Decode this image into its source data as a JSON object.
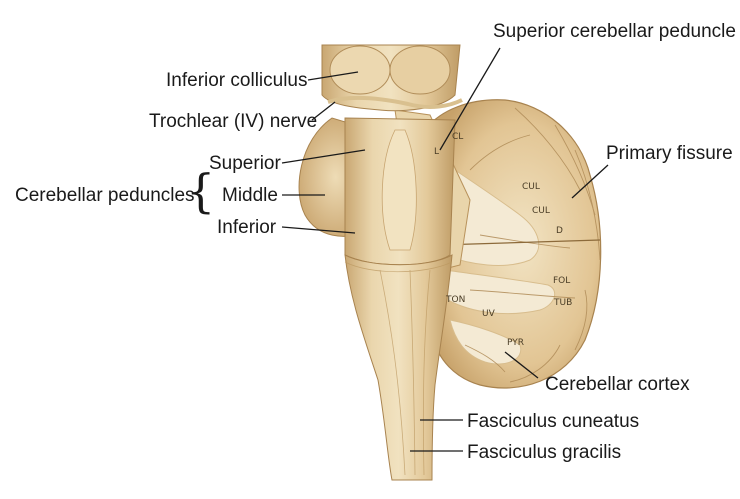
{
  "labels": {
    "inferior_colliculus": "Inferior colliculus",
    "trochlear_nerve": "Trochlear (IV) nerve",
    "superior": "Superior",
    "middle": "Middle",
    "inferior": "Inferior",
    "cerebellar_peduncles": "Cerebellar peduncles",
    "superior_cerebellar_peduncle": "Superior cerebellar peduncle",
    "primary_fissure": "Primary fissure",
    "cerebellar_cortex": "Cerebellar cortex",
    "fasciculus_cuneatus": "Fasciculus cuneatus",
    "fasciculus_gracilis": "Fasciculus gracilis"
  },
  "lobule_labels": {
    "cl": "CL",
    "l": "L",
    "cul1": "CUL",
    "cul2": "CUL",
    "d": "D",
    "fol": "FOL",
    "tub": "TUB",
    "ton": "TON",
    "uv": "UV",
    "pyr": "PYR"
  },
  "colors": {
    "tissue": "#e6cfa3",
    "tissue_dark": "#c9a772",
    "tissue_light": "#f3e3c2",
    "white_matter": "#f4ead4",
    "leader_line": "#1a1a1a"
  }
}
